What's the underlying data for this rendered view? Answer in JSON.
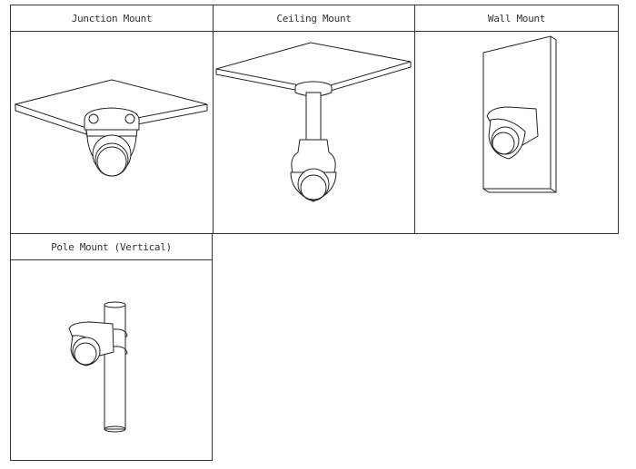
{
  "table": {
    "columns": [
      {
        "header": "Junction Mount",
        "image": "junction-mount-illustration"
      },
      {
        "header": "Ceiling Mount",
        "image": "ceiling-mount-illustration"
      },
      {
        "header": "Wall Mount",
        "image": "wall-mount-illustration"
      }
    ],
    "row2": [
      {
        "header": "Pole Mount (Vertical)",
        "image": "pole-mount-illustration"
      }
    ]
  }
}
